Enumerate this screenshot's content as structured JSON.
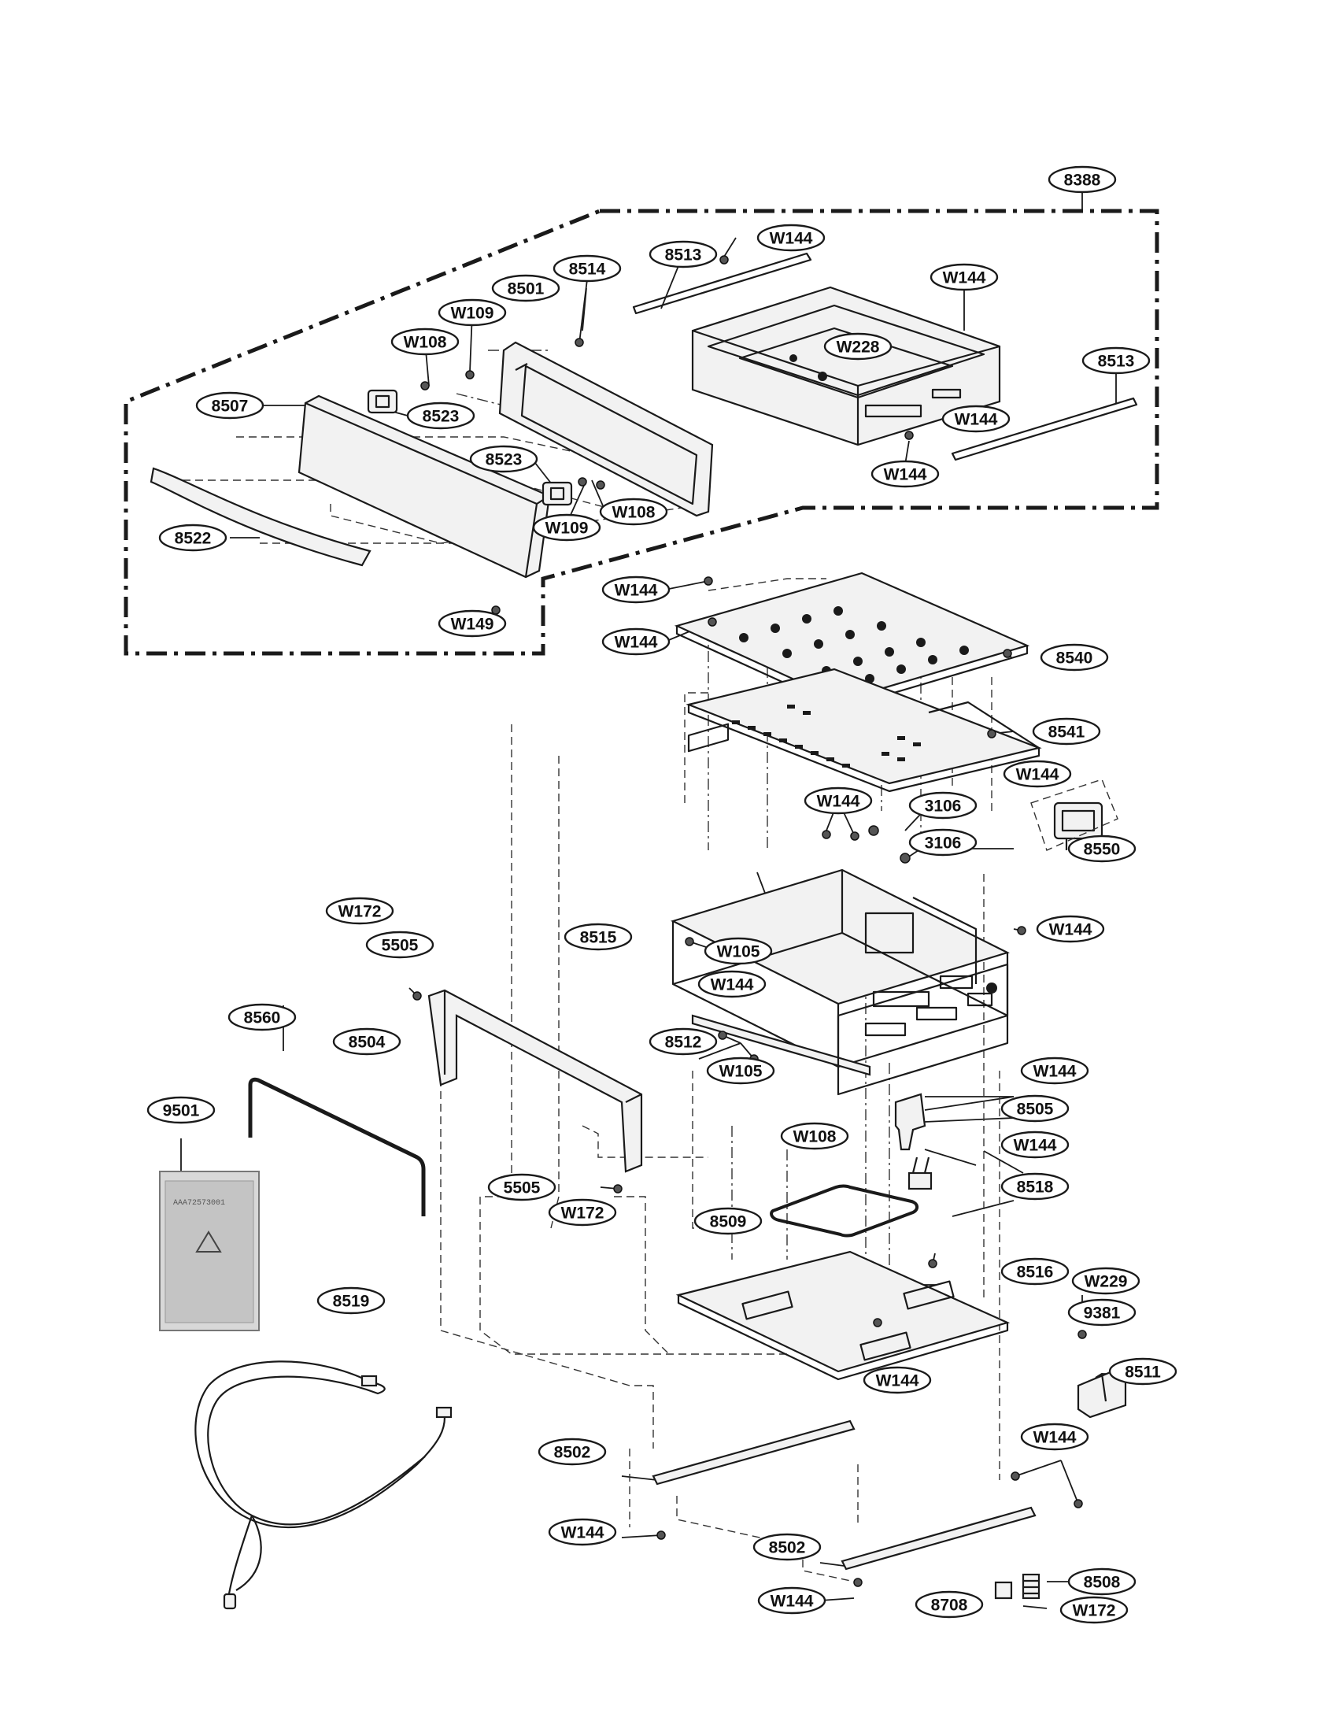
{
  "diagram": {
    "kit_text": "AAA72573001",
    "callouts": [
      {
        "label": "8388"
      },
      {
        "label": "W144"
      },
      {
        "label": "8513"
      },
      {
        "label": "W144"
      },
      {
        "label": "8514"
      },
      {
        "label": "8501"
      },
      {
        "label": "W109"
      },
      {
        "label": "W108"
      },
      {
        "label": "W228"
      },
      {
        "label": "8513"
      },
      {
        "label": "8507"
      },
      {
        "label": "8523"
      },
      {
        "label": "W144"
      },
      {
        "label": "8523"
      },
      {
        "label": "W144"
      },
      {
        "label": "W108"
      },
      {
        "label": "W109"
      },
      {
        "label": "8522"
      },
      {
        "label": "W149"
      },
      {
        "label": "W144"
      },
      {
        "label": "W144"
      },
      {
        "label": "8540"
      },
      {
        "label": "8541"
      },
      {
        "label": "W144"
      },
      {
        "label": "W144"
      },
      {
        "label": "3106"
      },
      {
        "label": "3106"
      },
      {
        "label": "8550"
      },
      {
        "label": "W144"
      },
      {
        "label": "W172"
      },
      {
        "label": "5505"
      },
      {
        "label": "8515"
      },
      {
        "label": "W105"
      },
      {
        "label": "W144"
      },
      {
        "label": "8560"
      },
      {
        "label": "8504"
      },
      {
        "label": "8512"
      },
      {
        "label": "W105"
      },
      {
        "label": "W144"
      },
      {
        "label": "9501"
      },
      {
        "label": "8505"
      },
      {
        "label": "W108"
      },
      {
        "label": "W144"
      },
      {
        "label": "5505"
      },
      {
        "label": "8518"
      },
      {
        "label": "W172"
      },
      {
        "label": "8509"
      },
      {
        "label": "8516"
      },
      {
        "label": "W229"
      },
      {
        "label": "8519"
      },
      {
        "label": "9381"
      },
      {
        "label": "8511"
      },
      {
        "label": "W144"
      },
      {
        "label": "8502"
      },
      {
        "label": "W144"
      },
      {
        "label": "W144"
      },
      {
        "label": "8502"
      },
      {
        "label": "8508"
      },
      {
        "label": "W144"
      },
      {
        "label": "8708"
      },
      {
        "label": "W172"
      }
    ]
  }
}
